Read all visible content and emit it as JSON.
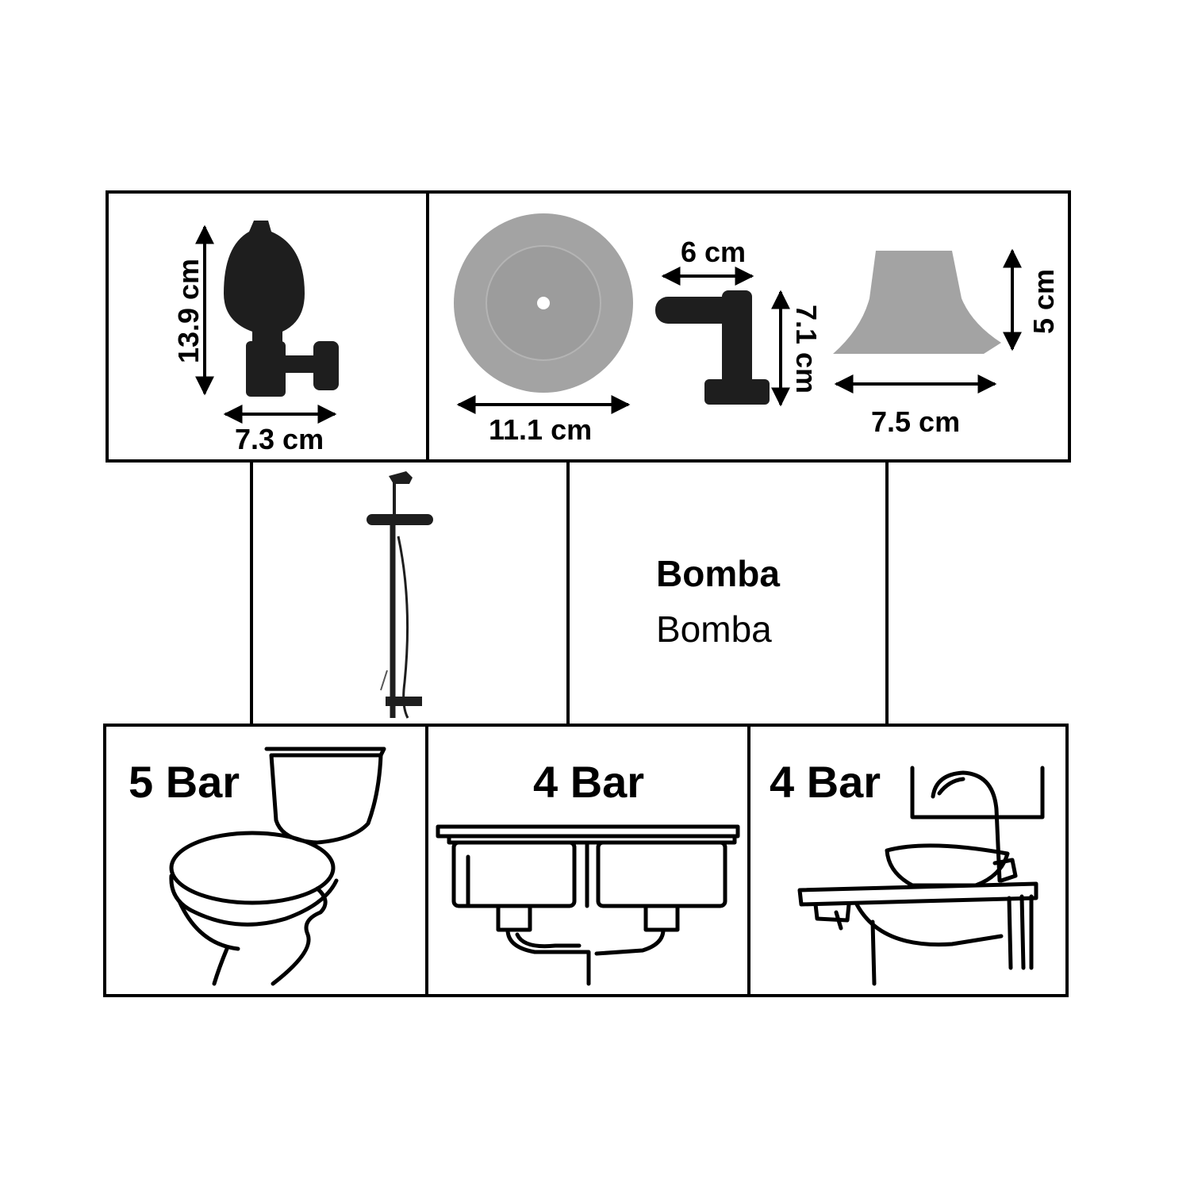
{
  "parts": {
    "valve": {
      "height": "13.9 cm",
      "width": "7.3 cm",
      "icon": "pressure-valve-icon"
    },
    "suction_cup": {
      "diameter": "11.1 cm",
      "icon": "suction-cup-icon"
    },
    "connector": {
      "width": "6 cm",
      "height": "7.1 cm",
      "icon": "elbow-connector-icon"
    },
    "cone_base": {
      "height": "5 cm",
      "width": "7.5 cm",
      "icon": "cone-base-icon"
    }
  },
  "pump": {
    "title": "Bomba",
    "subtitle": "Bomba",
    "icon": "hand-pump-icon"
  },
  "applications": [
    {
      "pressure": "5 Bar",
      "icon": "toilet-icon"
    },
    {
      "pressure": "4 Bar",
      "icon": "double-sink-icon"
    },
    {
      "pressure": "4 Bar",
      "icon": "vessel-sink-faucet-icon"
    }
  ],
  "colors": {
    "line": "#000000",
    "part_dark": "#1e1e1e",
    "part_gray": "#a3a3a3"
  }
}
